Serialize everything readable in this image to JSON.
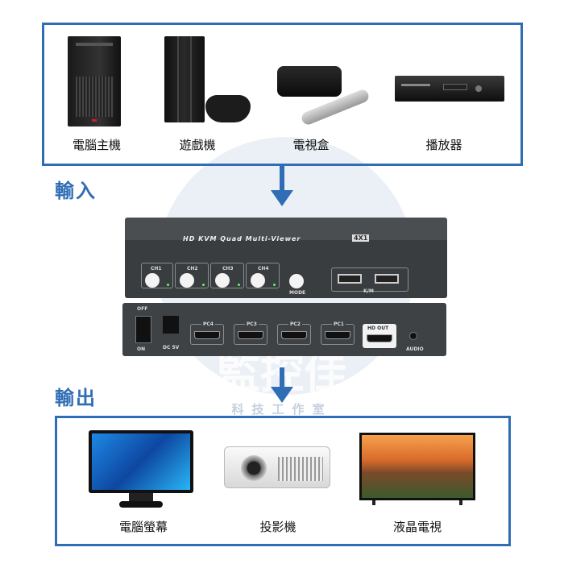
{
  "watermark": {
    "main": "監控佳",
    "sub": "科技工作室"
  },
  "input_section": {
    "title": "輸入",
    "devices": [
      {
        "label": "電腦主機",
        "icon": "desktop-pc-icon"
      },
      {
        "label": "遊戲機",
        "icon": "game-console-icon"
      },
      {
        "label": "電視盒",
        "icon": "tv-box-icon"
      },
      {
        "label": "播放器",
        "icon": "media-player-icon"
      }
    ]
  },
  "output_section": {
    "title": "輸出",
    "devices": [
      {
        "label": "電腦螢幕",
        "icon": "monitor-icon"
      },
      {
        "label": "投影機",
        "icon": "projector-icon"
      },
      {
        "label": "液晶電視",
        "icon": "lcd-tv-icon"
      }
    ]
  },
  "kvm": {
    "title": "HD    KVM Quad Multi-Viewer",
    "badge": "4X1",
    "channels": [
      "CH1",
      "CH2",
      "CH3",
      "CH4"
    ],
    "mode": "MODE",
    "km": "K/M",
    "power_off": "OFF",
    "power_on": "ON",
    "dc": "DC 5V",
    "ports": [
      "PC4",
      "PC3",
      "PC2",
      "PC1"
    ],
    "hd_out": "HD OUT",
    "audio": "AUDIO"
  },
  "colors": {
    "accent": "#2f6db5",
    "device": "#3b3f42"
  }
}
